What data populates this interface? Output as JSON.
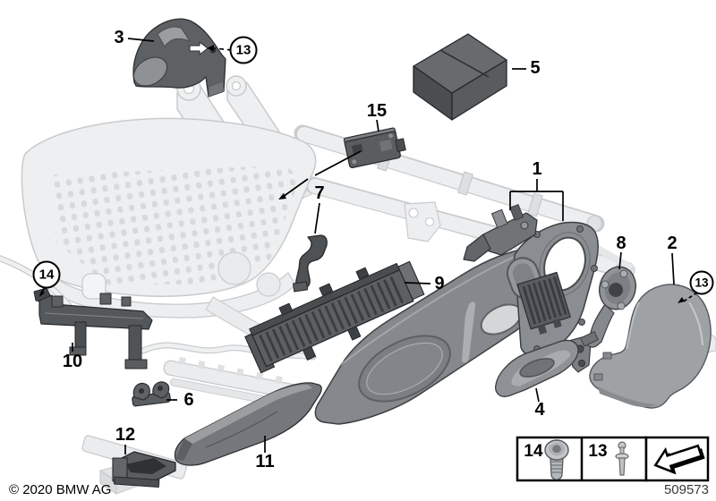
{
  "diagram": {
    "copyright": "© 2020 BMW AG",
    "number": "509573"
  },
  "callouts": [
    {
      "label": "3",
      "circled": false
    },
    {
      "label": "13",
      "circled": true
    },
    {
      "label": "5",
      "circled": false
    },
    {
      "label": "15",
      "circled": false
    },
    {
      "label": "7",
      "circled": false
    },
    {
      "label": "1",
      "circled": false
    },
    {
      "label": "8",
      "circled": false
    },
    {
      "label": "2",
      "circled": false
    },
    {
      "label": "13",
      "circled": true
    },
    {
      "label": "9",
      "circled": false
    },
    {
      "label": "14",
      "circled": true
    },
    {
      "label": "10",
      "circled": false
    },
    {
      "label": "6",
      "circled": false
    },
    {
      "label": "12",
      "circled": false
    },
    {
      "label": "11",
      "circled": false
    },
    {
      "label": "4",
      "circled": false
    }
  ],
  "legend": {
    "cells": [
      {
        "label": "14",
        "icon": "torx-screw-icon"
      },
      {
        "label": "13",
        "icon": "expansion-rivet-icon"
      }
    ],
    "arrow_icon": "direction-of-travel-arrow-icon"
  },
  "colors": {
    "label": "#000000",
    "part_dark": "#55585c",
    "part_mid": "#8a8e92",
    "part_light": "#9ea2a5",
    "ghost_fill": "#edeff0",
    "ghost_outline": "#c8cacc",
    "background": "#ffffff"
  }
}
